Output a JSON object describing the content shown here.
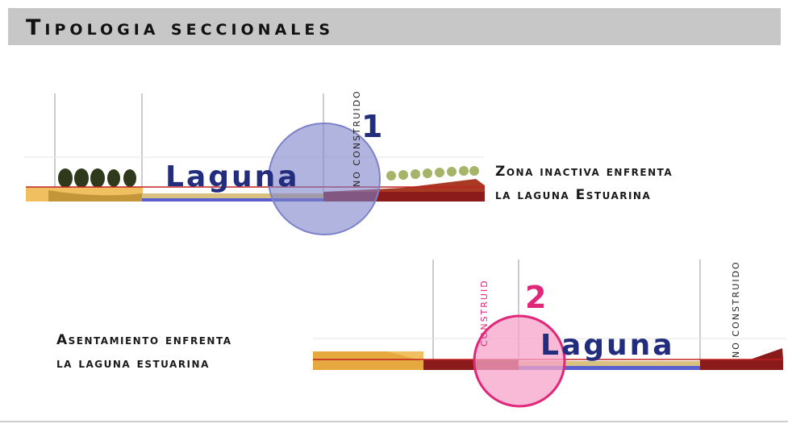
{
  "title": "Tipologia seccionales",
  "section1": {
    "number": "1",
    "laguna": "Laguna",
    "vertical_label": "NO CONSTRUIDO",
    "caption_line1": "Zona inactiva enfrenta",
    "caption_line2": "la laguna Estuarina"
  },
  "section2": {
    "number": "2",
    "laguna": "Laguna",
    "vertical_label_left": "CONSTRUID",
    "vertical_label_right": "NO CONSTRUIDO",
    "caption_line1": "Asentamiento enfrenta",
    "caption_line2": "la laguna estuarina"
  },
  "colors": {
    "title_bar": "#c7c7c7",
    "circle1": "#7d82c8",
    "circle2": "#f5a3c8",
    "circle2_stroke": "#e0287a",
    "laguna_text": "#232d7e",
    "number2": "#e0287a",
    "earth_red": "#8b1a1a",
    "sand": "#f0c060",
    "water": "#5a5fd0"
  }
}
